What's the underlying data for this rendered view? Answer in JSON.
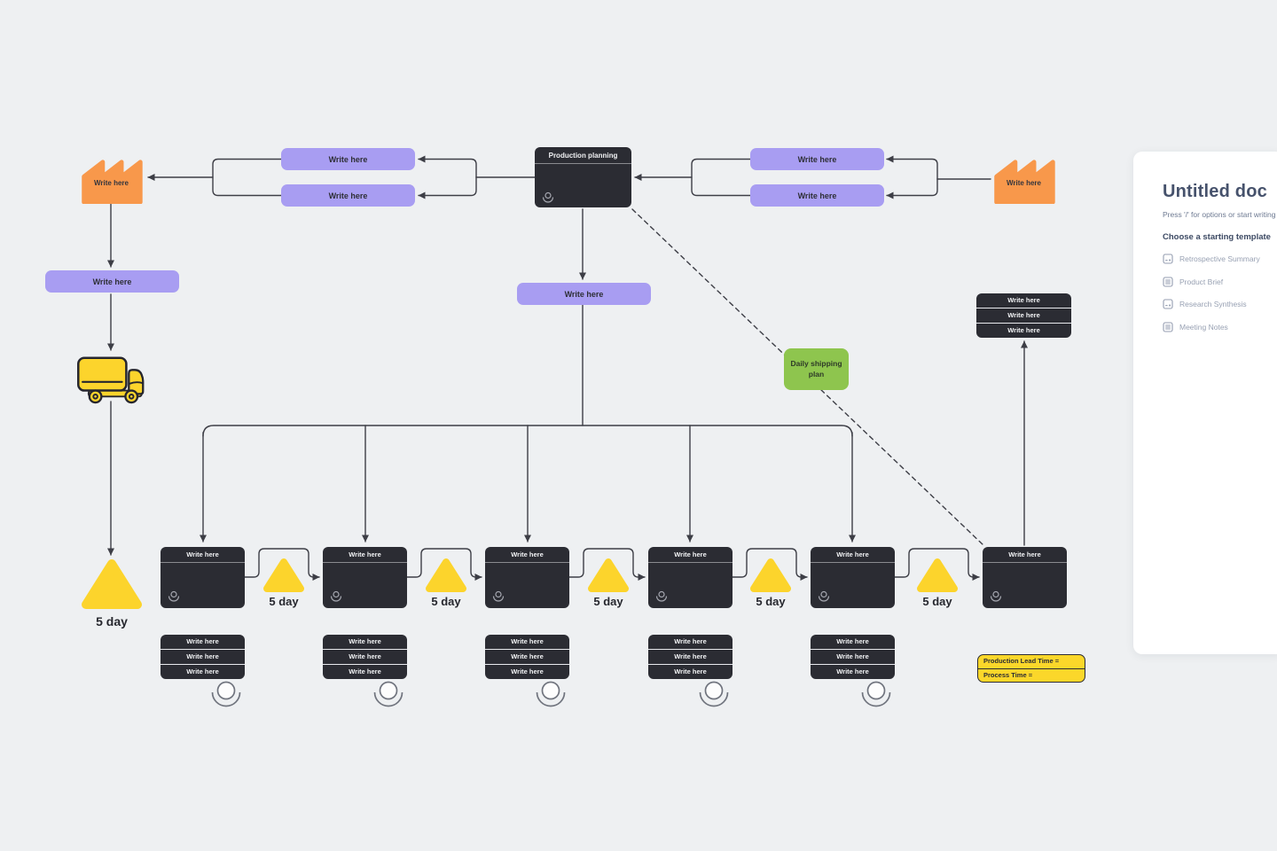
{
  "labels": {
    "write_here": "Write here",
    "production_planning": "Production planning",
    "daily_shipping_plan": "Daily shipping plan",
    "inventory_time": "5 day",
    "production_lead_time": "Production Lead Time =",
    "process_time": "Process Time ="
  },
  "doc_panel": {
    "title": "Untitled doc",
    "hint": "Press '/' for options or start writing",
    "templates_heading": "Choose a starting template",
    "templates": [
      {
        "label": "Retrospective Summary"
      },
      {
        "label": "Product Brief"
      },
      {
        "label": "Research Synthesis"
      },
      {
        "label": "Meeting Notes"
      }
    ]
  },
  "colors": {
    "canvas_bg": "#eef0f2",
    "node_dark": "#2b2c33",
    "node_purple": "#a89df2",
    "node_orange": "#f8984b",
    "node_yellow": "#fcd42c",
    "node_green": "#8ec54e",
    "connector": "#3d3e46"
  }
}
